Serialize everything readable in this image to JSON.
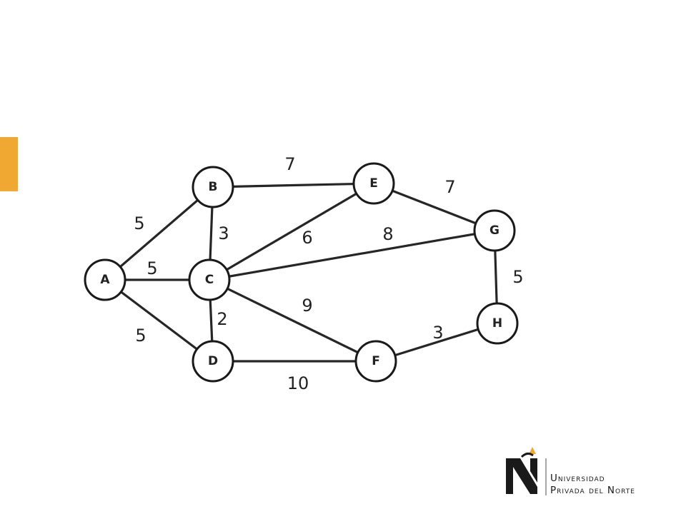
{
  "colors": {
    "accent": "#F0A832",
    "edge": "#262626",
    "node_stroke": "#1a1a1a",
    "logo_dark": "#1a1a1a",
    "logo_accent": "#F0A832"
  },
  "graph": {
    "nodes": [
      {
        "id": "A",
        "label": "A"
      },
      {
        "id": "B",
        "label": "B"
      },
      {
        "id": "C",
        "label": "C"
      },
      {
        "id": "D",
        "label": "D"
      },
      {
        "id": "E",
        "label": "E"
      },
      {
        "id": "F",
        "label": "F"
      },
      {
        "id": "G",
        "label": "G"
      },
      {
        "id": "H",
        "label": "H"
      }
    ],
    "edges": [
      {
        "from": "A",
        "to": "B",
        "weight": "5"
      },
      {
        "from": "A",
        "to": "C",
        "weight": "5"
      },
      {
        "from": "A",
        "to": "D",
        "weight": "5"
      },
      {
        "from": "B",
        "to": "C",
        "weight": "3"
      },
      {
        "from": "B",
        "to": "E",
        "weight": "7"
      },
      {
        "from": "C",
        "to": "E",
        "weight": "6"
      },
      {
        "from": "C",
        "to": "G",
        "weight": "8"
      },
      {
        "from": "C",
        "to": "F",
        "weight": "9"
      },
      {
        "from": "C",
        "to": "D",
        "weight": "2"
      },
      {
        "from": "D",
        "to": "F",
        "weight": "10"
      },
      {
        "from": "E",
        "to": "G",
        "weight": "7"
      },
      {
        "from": "G",
        "to": "H",
        "weight": "5"
      },
      {
        "from": "F",
        "to": "H",
        "weight": "3"
      }
    ]
  },
  "logo": {
    "line1": "Universidad",
    "line2": "Privada del Norte",
    "icon": "upn-n-logo-icon"
  }
}
